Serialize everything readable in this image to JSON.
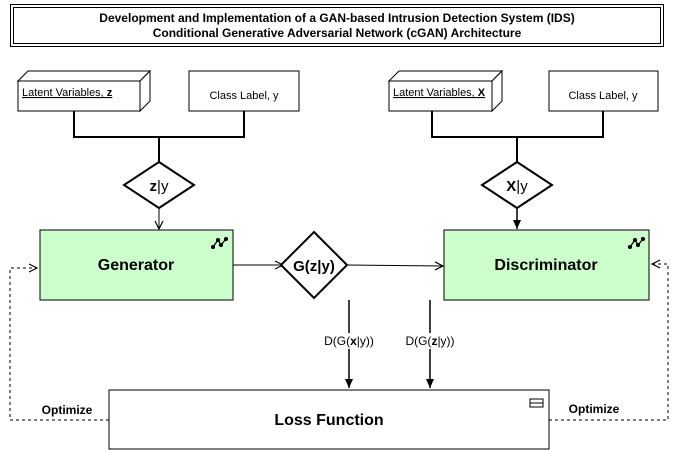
{
  "title": {
    "line1": "Development and Implementation of a GAN-based Intrusion Detection System (IDS)",
    "line2": "Conditional Generative Adversarial Network (cGAN) Architecture"
  },
  "inputs": {
    "latent_z": {
      "label": "Latent Variables, ",
      "var": "z"
    },
    "class_label_left": "Class Label, y",
    "latent_x": {
      "label": "Latent Variables, ",
      "var": "X"
    },
    "class_label_right": "Class Label, y"
  },
  "conditions": {
    "z_given_y": {
      "var": "z",
      "rest": "|y"
    },
    "x_given_y": {
      "var": "X",
      "rest": "|y"
    },
    "g_output": "G(z|y)"
  },
  "blocks": {
    "generator": "Generator",
    "discriminator": "Discriminator",
    "loss": "Loss Function"
  },
  "edge_labels": {
    "d_real": {
      "pre": "D(G(",
      "var": "x",
      "post": "|y))"
    },
    "d_fake": {
      "pre": "D(G(",
      "var": "z",
      "post": "|y))"
    },
    "optimize_left": "Optimize",
    "optimize_right": "Optimize"
  },
  "colors": {
    "block_fill": "#ccffcc",
    "line": "#000000"
  }
}
